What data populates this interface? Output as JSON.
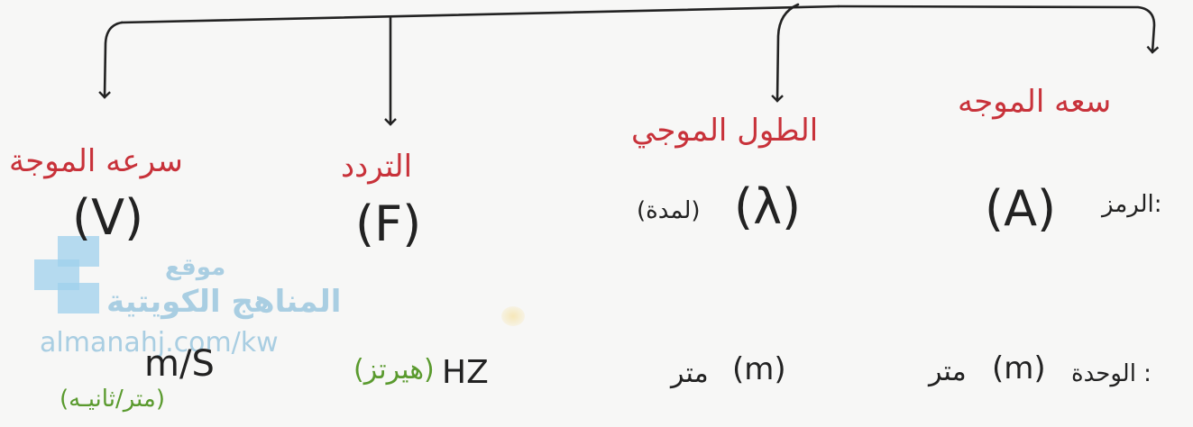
{
  "header_labels": {
    "amplitude": "سعه الموجه",
    "wavelength": "الطول الموجي",
    "frequency": "التردد",
    "speed": "سرعه الموجة"
  },
  "row_labels": {
    "symbol": "الرمز:",
    "unit": "الوحدة :"
  },
  "symbols": {
    "amplitude": "(A)",
    "wavelength": "(λ)",
    "wavelength_name": "(لمدة)",
    "frequency": "(F)",
    "speed": "(V)"
  },
  "units": {
    "amplitude_symbol": "(m)",
    "amplitude_word": "متر",
    "wavelength_symbol": "(m)",
    "wavelength_word": "متر",
    "frequency_symbol": "HZ",
    "frequency_word": "(هيرتز)",
    "speed_symbol": "m/S",
    "speed_word": "(متر/ثانيـه)"
  },
  "watermark": {
    "line1": "موقع",
    "line2": "المناهج الكويتية",
    "url": "almanahj.com/kw"
  },
  "colors": {
    "heading_red": "#c8323a",
    "ink": "#222222",
    "green": "#5a9a2e",
    "watermark_blue": "#9fd0ec"
  }
}
